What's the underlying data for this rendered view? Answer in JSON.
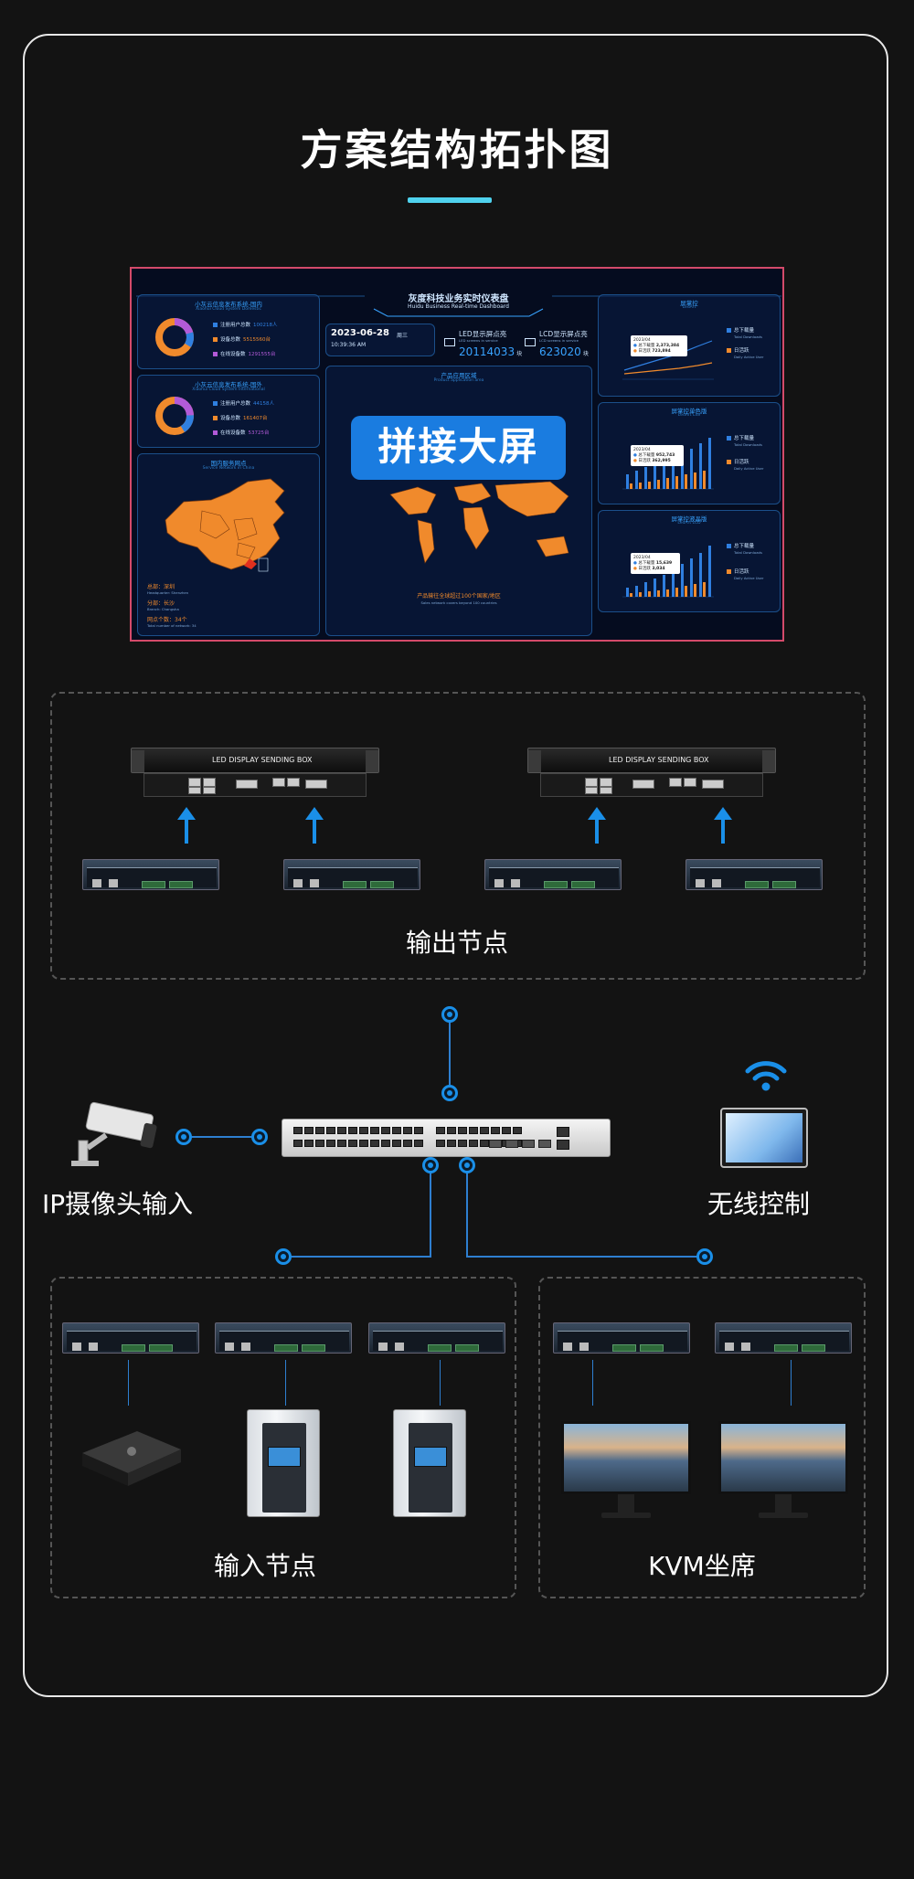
{
  "title": "方案结构拓扑图",
  "dashboard": {
    "title": "灰度科技业务实时仪表盘",
    "subtitle": "Huidu Business Real-time Dashboard",
    "overlay_label": "拼接大屏",
    "date": "2023-06-28",
    "weekday": "周三",
    "time": "10:39:36 AM",
    "panel_domestic": {
      "title": "小灰云信息发布系统-国内",
      "subtitle": "Xiaohui Cloud System Domestic",
      "rows": [
        {
          "label": "注册用户总数",
          "value": "100218人"
        },
        {
          "label": "设备总数",
          "value": "5515560台"
        },
        {
          "label": "在线设备数",
          "value": "1291555台"
        }
      ]
    },
    "panel_international": {
      "title": "小灰云信息发布系统-国外",
      "subtitle": "Xiaohui Cloud System International",
      "rows": [
        {
          "label": "注册用户总数",
          "value": "44158人"
        },
        {
          "label": "设备总数",
          "value": "161407台"
        },
        {
          "label": "在线设备数",
          "value": "53725台"
        }
      ]
    },
    "china_panel": {
      "title": "国内服务网点",
      "subtitle": "Service Network in China",
      "hq": "总部：深圳",
      "hq_en": "Headquarter: Shenzhen",
      "branch": "分部：长沙",
      "branch_en": "Branch: Changsha",
      "count": "网点个数：34个",
      "count_en": "Total number of network: 34"
    },
    "led_kpi": {
      "label": "LED显示屏点亮",
      "sub": "LED screens in service",
      "value": "20114033",
      "unit": "块"
    },
    "lcd_kpi": {
      "label": "LCD显示屏点亮",
      "sub": "LCD screens in service",
      "value": "623020",
      "unit": "块"
    },
    "world_panel": {
      "title": "产品应用区域",
      "subtitle": "Product application area",
      "note": "产品输往全球超过100个国家/地区",
      "note_en": "Sales network covers beyond 100 countries"
    },
    "right_panels": [
      {
        "title": "屏掌控",
        "subtitle": "LedArt",
        "legend1": "总下载量",
        "legend1_en": "Total Downloads",
        "legend2": "日活跃",
        "legend2_en": "Daily Active User",
        "tip_title": "2023/04",
        "tip_a": "2,373,384",
        "tip_b": "723,894"
      },
      {
        "title": "屏掌控单色版",
        "subtitle": "LedArt Lite",
        "legend1": "总下载量",
        "legend1_en": "Total Downloads",
        "legend2": "日活跃",
        "legend2_en": "Daily Active User",
        "tip_title": "2023/04",
        "tip_a": "952,743",
        "tip_b": "362,995"
      },
      {
        "title": "屏掌控液晶版",
        "subtitle": "LedArt LCD",
        "legend1": "总下载量",
        "legend1_en": "Total Downloads",
        "legend2": "日活跃",
        "legend2_en": "Daily Active User",
        "tip_title": "2023/04",
        "tip_a": "15,639",
        "tip_b": "3,034"
      }
    ],
    "tip_a_label": "总下载量",
    "tip_b_label": "日活跃"
  },
  "sending_box_label": "LED DISPLAY SENDING BOX",
  "output_label": "输出节点",
  "camera_label": "IP摄像头输入",
  "wireless_label": "无线控制",
  "input_label": "输入节点",
  "kvm_label": "KVM坐席",
  "colors": {
    "accent": "#1a8fe8",
    "title_bar": "#4fd2ee",
    "dashboard_border": "#d44a6a"
  }
}
